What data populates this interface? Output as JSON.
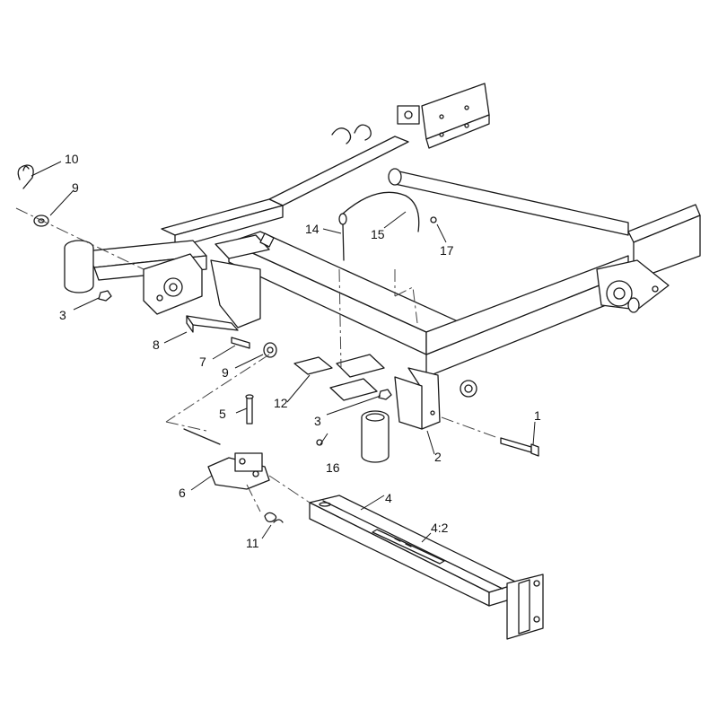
{
  "callouts": {
    "c1": "1",
    "c2": "2",
    "c3a": "3",
    "c3b": "3",
    "c4": "4",
    "c4_2": "4:2",
    "c5": "5",
    "c6": "6",
    "c7": "7",
    "c8": "8",
    "c9a": "9",
    "c9b": "9",
    "c10": "10",
    "c11": "11",
    "c12": "12",
    "c14": "14",
    "c15": "15",
    "c16": "16",
    "c17": "17"
  }
}
